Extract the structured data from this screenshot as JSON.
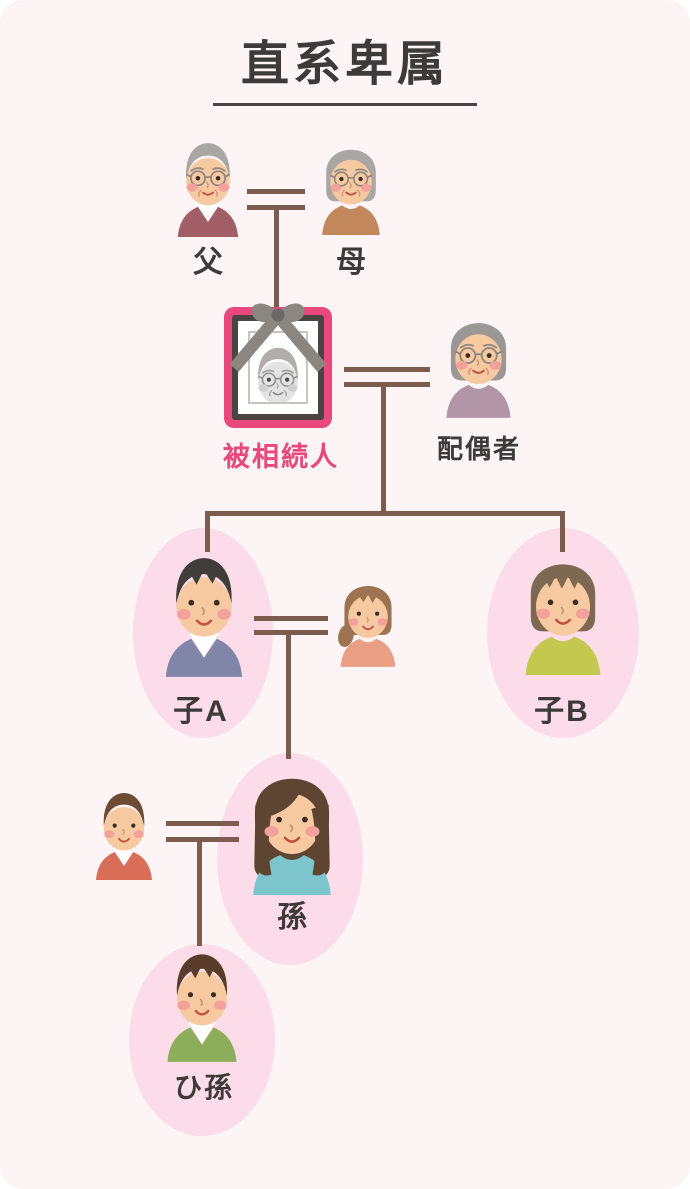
{
  "title": "直系卑属",
  "colors": {
    "page_bg": "#ffffff",
    "canvas_bg": "#fdf4f6",
    "ink": "#3e3a39",
    "line_brown": "#7d5c50",
    "highlight_oval_pink": "#fbdce8",
    "accent_pink": "#e8487c",
    "frame_dark": "#4a4543",
    "ribbon_gray": "#8b8680",
    "skin": "#f6c9a0",
    "blush": "#f2a29b"
  },
  "people": {
    "father": {
      "label": "父",
      "hair": "#a9a6a3",
      "shirt": "#a25e66"
    },
    "mother": {
      "label": "母",
      "hair": "#a9a6a3",
      "shirt": "#c2885c"
    },
    "deceased": {
      "label": "被相続人",
      "hair": "#b0adaa",
      "shirt": "#9c9c9c",
      "skin": "#e3e3e3"
    },
    "spouse": {
      "label": "配偶者",
      "hair": "#9a9794",
      "shirt": "#b295a6"
    },
    "child_a": {
      "label": "子A",
      "hair": "#413d3a",
      "shirt": "#8186a8"
    },
    "child_a_wife": {
      "label": "",
      "hair": "#9d7351",
      "shirt": "#ea9e83"
    },
    "child_b": {
      "label": "子B",
      "hair": "#7d6851",
      "shirt": "#c3c84f"
    },
    "grandchild": {
      "label": "孫",
      "hair": "#5d4531",
      "shirt": "#7cc5cd"
    },
    "grandchild_husband": {
      "label": "",
      "hair": "#6f4b33",
      "shirt": "#d96d57"
    },
    "great_grandchild": {
      "label": "ひ孫",
      "hair": "#5a3d28",
      "shirt": "#8cad5a"
    }
  }
}
